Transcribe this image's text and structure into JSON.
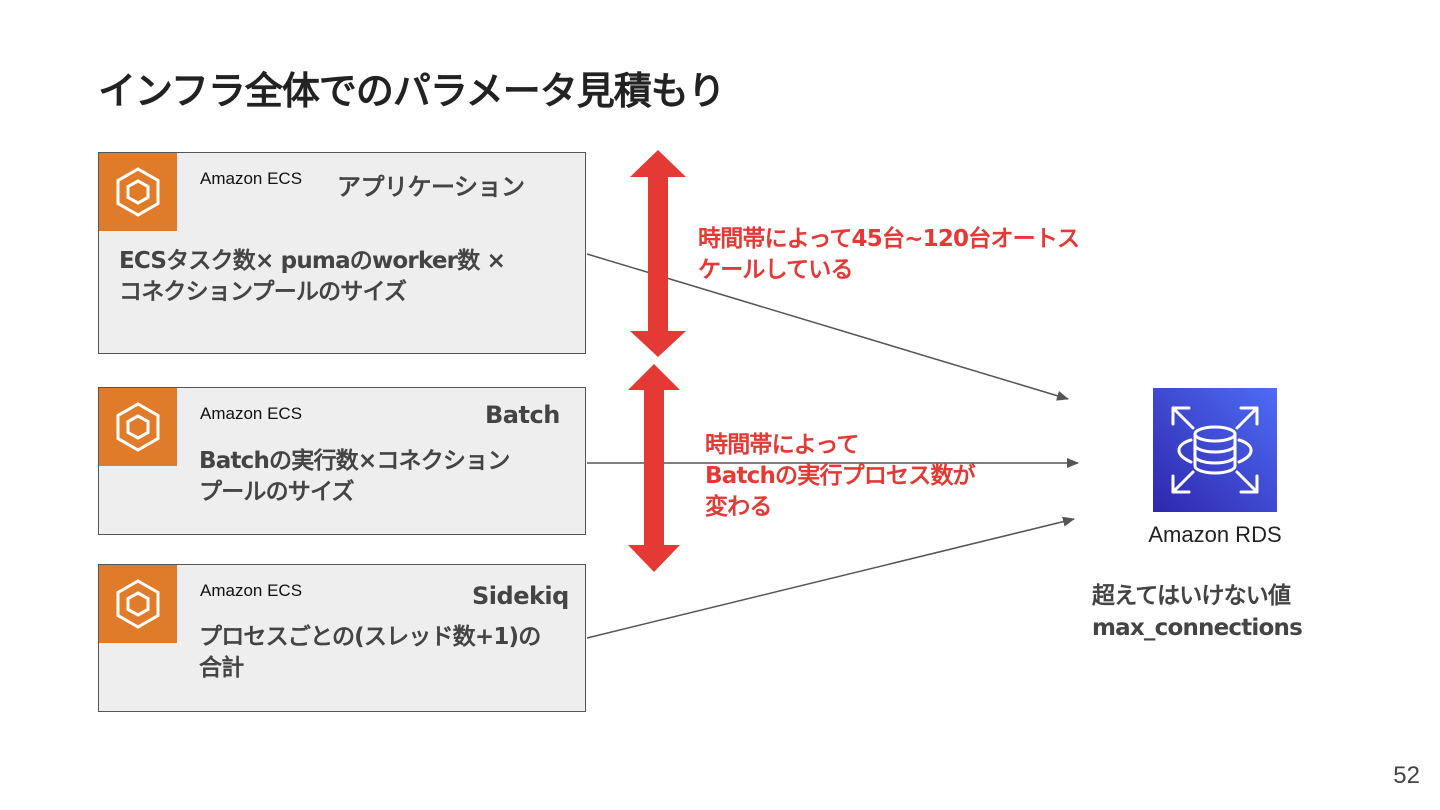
{
  "slide": {
    "title": "インフラ全体でのパラメータ見積もり",
    "page_number": "52"
  },
  "services": [
    {
      "service_label": "Amazon ECS",
      "role": "アプリケーション",
      "description": [
        "ECSタスク数× pumaのworker数 ×",
        "コネクションプールのサイズ"
      ]
    },
    {
      "service_label": "Amazon ECS",
      "role": "Batch",
      "description": [
        "Batchの実行数×コネクション",
        "プールのサイズ"
      ]
    },
    {
      "service_label": "Amazon ECS",
      "role": "Sidekiq",
      "description": [
        "プロセスごとの(スレッド数+1)の",
        "合計"
      ]
    }
  ],
  "notes": [
    {
      "lines": [
        "時間帯によって45台~120台オートス",
        "ケールしている"
      ]
    },
    {
      "lines": [
        "時間帯によって",
        "Batchの実行プロセス数が",
        "変わる"
      ]
    }
  ],
  "database": {
    "label": "Amazon RDS",
    "limit_lines": [
      "超えてはいけない値",
      "max_connections"
    ]
  },
  "colors": {
    "ecs_orange": "#e07b2a",
    "rds_gradient": [
      "#2e27ad",
      "#4e6cf5"
    ],
    "highlight_red": "#e53935",
    "box_fill": "#eeeeee"
  },
  "icons": [
    "ecs-icon",
    "rds-icon"
  ]
}
